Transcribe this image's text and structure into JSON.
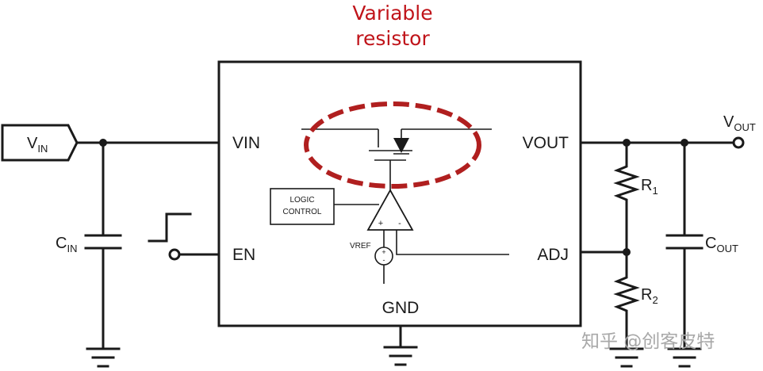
{
  "annotation": {
    "line1": "Variable",
    "line2": "resistor",
    "color": "#c0141a"
  },
  "chip_pins": {
    "vin": "VIN",
    "en": "EN",
    "vout": "VOUT",
    "adj": "ADJ",
    "gnd": "GND"
  },
  "input": {
    "vin_main": "V",
    "vin_sub": "IN"
  },
  "output": {
    "vout_main": "V",
    "vout_sub": "OUT"
  },
  "internal": {
    "logic_line1": "LOGIC",
    "logic_line2": "CONTROL",
    "vref": "VREF",
    "plus": "+",
    "minus": "-"
  },
  "components": {
    "cin_main": "C",
    "cin_sub": "IN",
    "cout_main": "C",
    "cout_sub": "OUT",
    "r1_main": "R",
    "r1_sub": "1",
    "r2_main": "R",
    "r2_sub": "2"
  },
  "watermark": "知乎 @创客皮特"
}
